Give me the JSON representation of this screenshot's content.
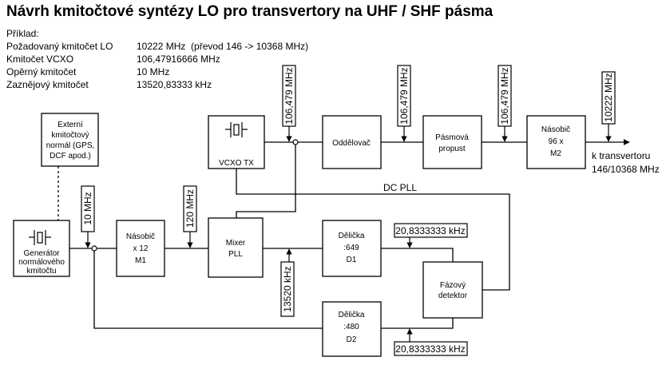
{
  "title": "Návrh kmitočtové syntézy LO pro transvertory na UHF / SHF pásma",
  "example": {
    "heading": "Příklad:",
    "rows": [
      {
        "label": "Požadovaný kmitočet LO",
        "value": "10222 MHz  (převod 146 -> 10368 MHz)"
      },
      {
        "label": "Kmitočet VCXO",
        "value": "106,47916666 MHz"
      },
      {
        "label": "Opěrný kmitočet",
        "value": "10 MHz"
      },
      {
        "label": "Zaznějový kmitočet",
        "value": "13520,83333 kHz"
      }
    ]
  },
  "diagram": {
    "external_ref": [
      "Externí",
      "kmitočtový",
      "normál (GPS,",
      "DCF apod.)"
    ],
    "ref_gen": [
      "Generátor",
      "normálového",
      "kmitočtu"
    ],
    "mult1": [
      "Násobič",
      "x 12",
      "M1"
    ],
    "mixer": [
      "Mixer",
      "PLL"
    ],
    "vcxo": "VCXO TX",
    "buffer": "Oddělovač",
    "bandpass": [
      "Pásmová",
      "propust"
    ],
    "mult2": [
      "Násobič",
      "96 x",
      "M2"
    ],
    "div1": [
      "Dělička",
      ":649",
      "D1"
    ],
    "div2": [
      "Dělička",
      ":480",
      "D2"
    ],
    "phase_det": [
      "Fázový",
      "detektor"
    ],
    "dc_pll": "DC PLL",
    "output": [
      "k transvertoru",
      "146/10368 MHz"
    ],
    "freq_labels": {
      "ref_10mhz": "10 MHz",
      "m1_out": "120 MHz",
      "vcxo_out": "106,479 MHz",
      "buffer_out": "106,479 MHz",
      "bpf_out": "106,479 MHz",
      "lo_out": "10222 MHz",
      "mixer_out": "13520 kHz",
      "pd_in1": "20,8333333 kHz",
      "pd_in2": "20,8333333 kHz"
    }
  }
}
